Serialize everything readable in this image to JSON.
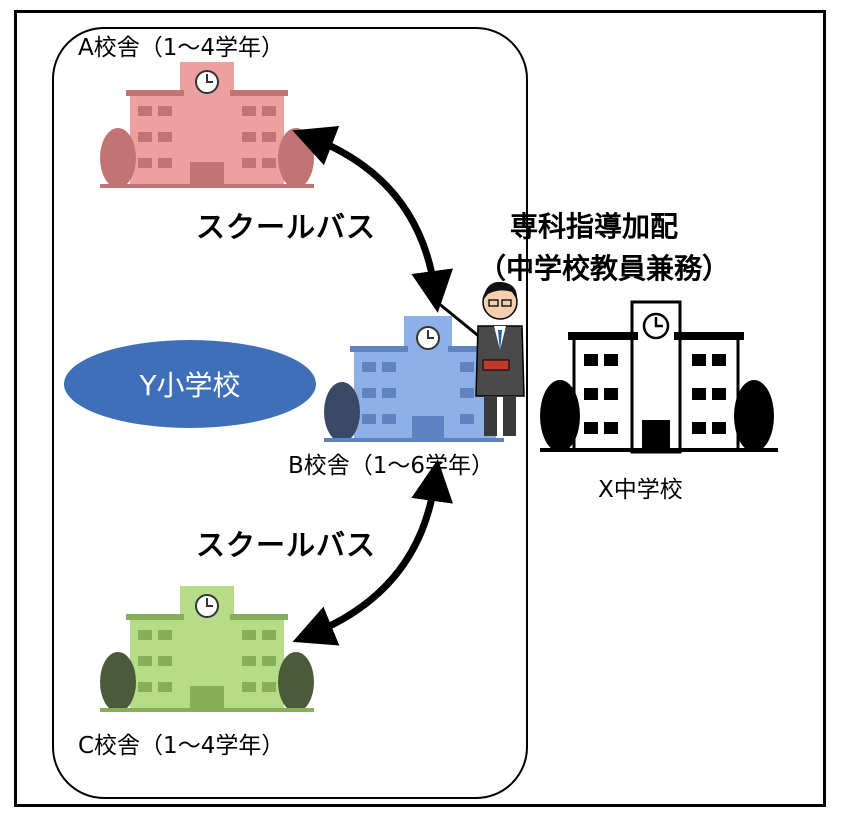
{
  "campuses": {
    "a": {
      "label": "A校舎（1～4学年）",
      "color": "#ee9f9f",
      "dark": "#c27474"
    },
    "b": {
      "label": "B校舎（1～6学年）",
      "color": "#8fb0e6",
      "dark": "#5f82c0"
    },
    "c": {
      "label": "C校舎（1～4学年）",
      "color": "#b6dc87",
      "dark": "#86ae5b"
    }
  },
  "y_school": {
    "label": "Y小学校",
    "color": "#3f6fb8"
  },
  "x_school": {
    "label": "X中学校"
  },
  "bus": {
    "top_label": "スクールバス",
    "bottom_label": "スクールバス"
  },
  "teacher_note": {
    "line1": "専科指導加配",
    "line2": "（中学校教員兼務）"
  }
}
